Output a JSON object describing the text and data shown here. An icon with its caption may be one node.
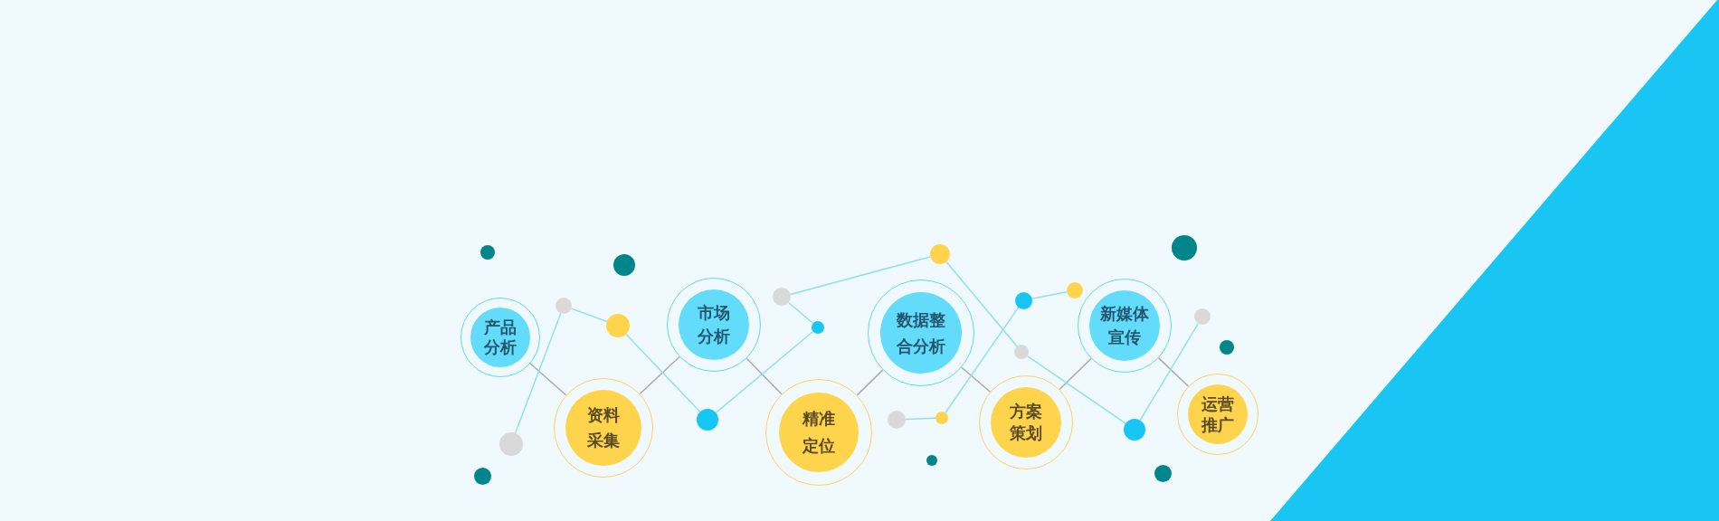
{
  "diagram": {
    "nodes": [
      {
        "text": [
          "产品分析"
        ]
      },
      {
        "text": [
          "资料采集"
        ]
      },
      {
        "text": [
          "市场分析"
        ]
      },
      {
        "text": [
          "精准定位"
        ]
      },
      {
        "text": [
          "数据整合分析"
        ]
      },
      {
        "text": [
          "方案策划"
        ]
      },
      {
        "text": [
          "新媒体宣传"
        ]
      },
      {
        "text": [
          "运营推广"
        ]
      },
      {
        "text": [],
        "shape": "circle"
      },
      {
        "text": [],
        "shape": "circle"
      },
      {
        "text": [],
        "shape": "circle"
      },
      {
        "text": [],
        "shape": "circle"
      },
      {
        "text": [],
        "shape": "circle"
      },
      {
        "text": [],
        "shape": "circle"
      },
      {
        "text": [],
        "shape": "circle"
      },
      {
        "text": [],
        "shape": "circle"
      },
      {
        "text": [],
        "shape": "circle"
      },
      {
        "text": [],
        "shape": "circle"
      },
      {
        "text": [],
        "shape": "circle"
      },
      {
        "text": [],
        "shape": "circle"
      },
      {
        "text": [],
        "shape": "circle"
      },
      {
        "text": [],
        "shape": "circle"
      }
    ],
    "edges": [
      {
        "from": 0,
        "to": 1,
        "arrow": "none",
        "color": "#aaaaaa"
      },
      {
        "from": 1,
        "to": 2,
        "arrow": "none",
        "color": "#aaaaaa"
      },
      {
        "from": 2,
        "to": 3,
        "arrow": "none",
        "color": "#aaaaaa"
      },
      {
        "from": 3,
        "to": 4,
        "arrow": "none",
        "color": "#aaaaaa"
      },
      {
        "from": 4,
        "to": 5,
        "arrow": "none",
        "color": "#aaaaaa"
      },
      {
        "from": 5,
        "to": 6,
        "arrow": "none",
        "color": "#aaaaaa"
      },
      {
        "from": 6,
        "to": 7,
        "arrow": "none",
        "color": "#aaaaaa"
      },
      {
        "from": 8,
        "to": 9,
        "arrow": "none"
      },
      {
        "from": 9,
        "to": 10,
        "arrow": "none"
      },
      {
        "from": 10,
        "to": 11,
        "arrow": "none"
      },
      {
        "from": 11,
        "to": 13,
        "arrow": "none"
      },
      {
        "from": 13,
        "to": 12,
        "arrow": "none"
      },
      {
        "from": 12,
        "to": 16,
        "arrow": "none"
      },
      {
        "from": 16,
        "to": 17,
        "arrow": "none"
      },
      {
        "from": 17,
        "to": 20,
        "arrow": "none"
      },
      {
        "from": 20,
        "to": 21,
        "arrow": "none"
      },
      {
        "from": 14,
        "to": 15,
        "arrow": "none"
      },
      {
        "from": 15,
        "to": 18,
        "arrow": "none"
      },
      {
        "from": 18,
        "to": 19,
        "arrow": "none"
      }
    ]
  }
}
